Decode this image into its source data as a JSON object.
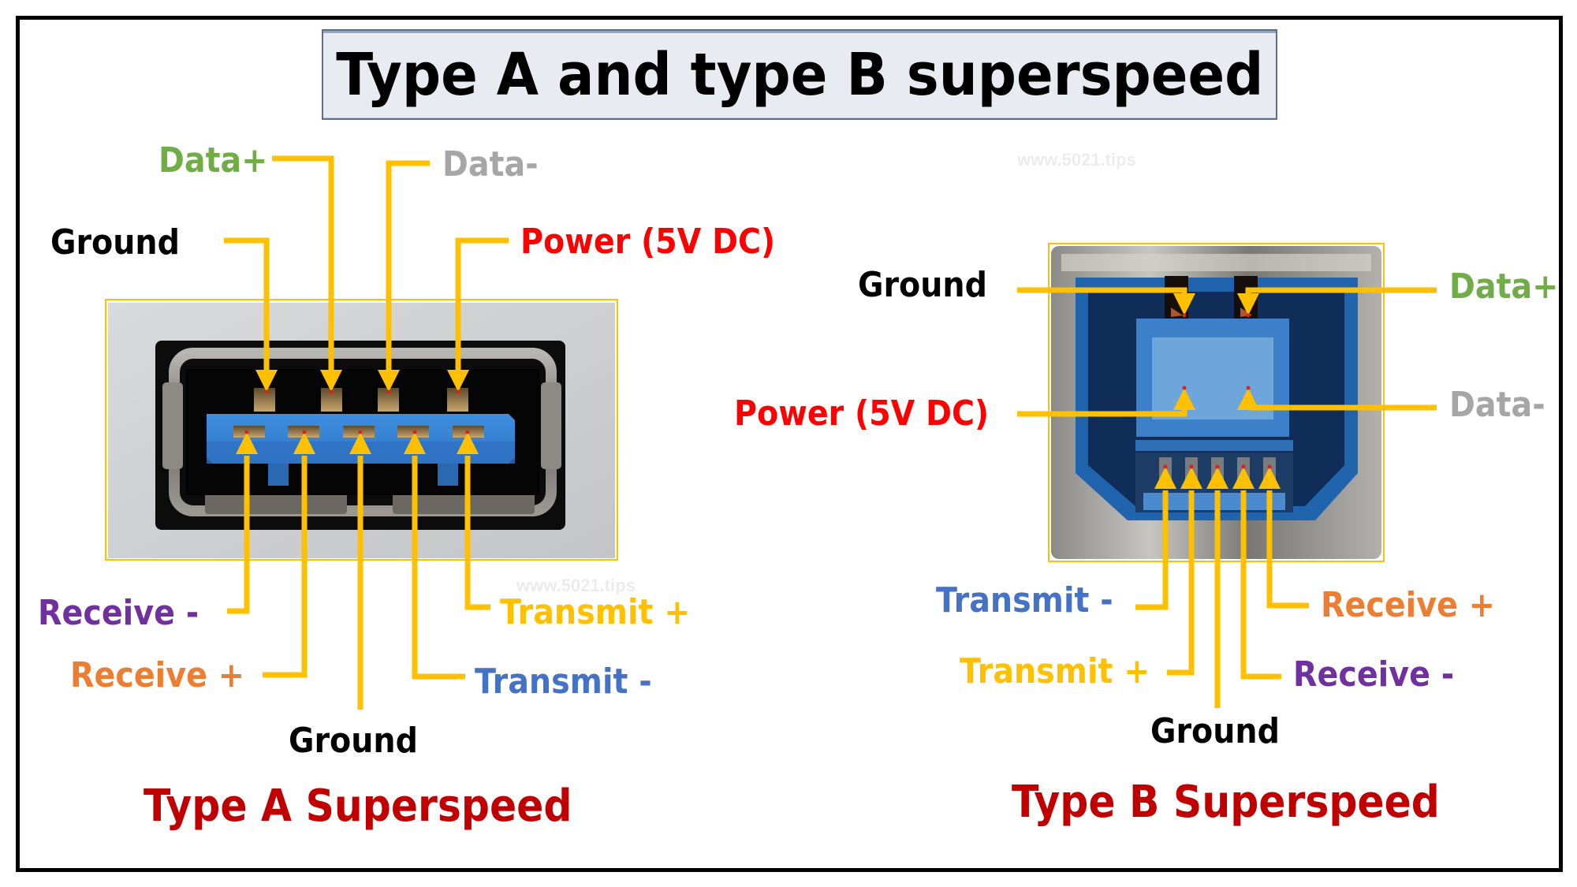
{
  "title": "Type A and type B superspeed",
  "watermark": "www.5021.tips",
  "colors": {
    "leader_line": "#ffc000",
    "frame": "#000000",
    "title_bg": "#e8ebf1",
    "title_border": "#5b6f8c",
    "ground": "#000000",
    "data_plus": "#70ad47",
    "data_minus": "#a6a6a6",
    "power": "#ff0000",
    "receive_minus": "#7030a0",
    "receive_plus": "#ed7d31",
    "transmit_plus": "#ffc000",
    "transmit_minus": "#4472c4",
    "caption": "#c00000"
  },
  "type_a": {
    "caption": "Type A Superspeed",
    "top_pins": [
      {
        "label": "Ground",
        "color_key": "ground"
      },
      {
        "label": "Data+",
        "color_key": "data_plus"
      },
      {
        "label": "Data-",
        "color_key": "data_minus"
      },
      {
        "label": "Power (5V DC)",
        "color_key": "power"
      }
    ],
    "bottom_pins": [
      {
        "label": "Receive -",
        "color_key": "receive_minus"
      },
      {
        "label": "Receive +",
        "color_key": "receive_plus"
      },
      {
        "label": "Ground",
        "color_key": "ground"
      },
      {
        "label": "Transmit -",
        "color_key": "transmit_minus"
      },
      {
        "label": "Transmit +",
        "color_key": "transmit_plus"
      }
    ]
  },
  "type_b": {
    "caption": "Type B Superspeed",
    "top_pins": [
      {
        "label": "Ground",
        "color_key": "ground"
      },
      {
        "label": "Data+",
        "color_key": "data_plus"
      },
      {
        "label": "Power (5V DC)",
        "color_key": "power"
      },
      {
        "label": "Data-",
        "color_key": "data_minus"
      }
    ],
    "bottom_pins": [
      {
        "label": "Transmit -",
        "color_key": "transmit_minus"
      },
      {
        "label": "Transmit +",
        "color_key": "transmit_plus"
      },
      {
        "label": "Ground",
        "color_key": "ground"
      },
      {
        "label": "Receive -",
        "color_key": "receive_minus"
      },
      {
        "label": "Receive +",
        "color_key": "receive_plus"
      }
    ]
  }
}
